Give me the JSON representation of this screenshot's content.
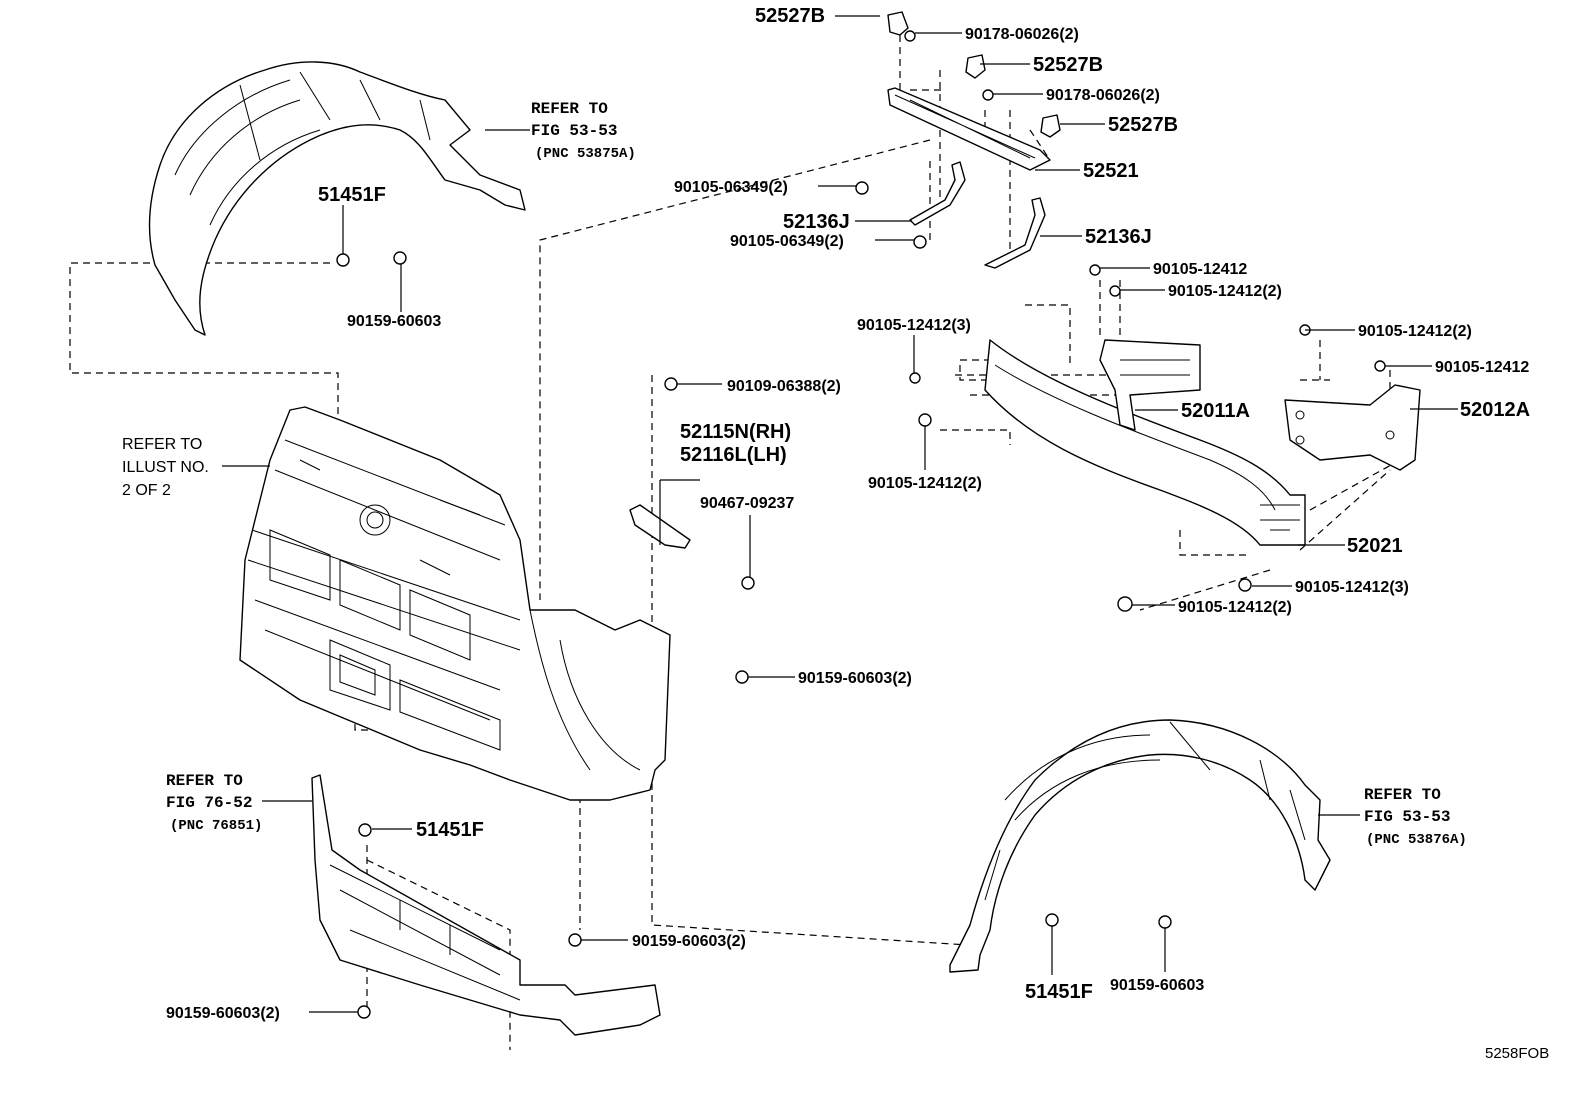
{
  "callouts": {
    "c_52527B_1": "52527B",
    "c_90178_1": "90178-06026(2)",
    "c_52527B_2": "52527B",
    "c_90178_2": "90178-06026(2)",
    "c_52527B_3": "52527B",
    "c_52521": "52521",
    "c_90105_06349_a": "90105-06349(2)",
    "c_52136J_a": "52136J",
    "c_90105_06349_b": "90105-06349(2)",
    "c_52136J_b": "52136J",
    "c_90105_12412_a": "90105-12412",
    "c_90105_12412_b": "90105-12412(2)",
    "c_90105_12412_c": "90105-12412(3)",
    "c_90105_12412_d": "90105-12412(2)",
    "c_90105_12412_e": "90105-12412",
    "c_52011A": "52011A",
    "c_52012A": "52012A",
    "c_90105_12412_f": "90105-12412(2)",
    "c_52021": "52021",
    "c_90105_12412_g": "90105-12412(3)",
    "c_90105_12412_h": "90105-12412(2)",
    "c_51451F_a": "51451F",
    "c_90159_60603_a": "90159-60603",
    "c_90109_06388": "90109-06388(2)",
    "c_52115N": "52115N(RH)",
    "c_52116L": "52116L(LH)",
    "c_90467_09237": "90467-09237",
    "c_90159_60603_b": "90159-60603(2)",
    "c_51451F_b": "51451F",
    "c_90159_60603_c": "90159-60603(2)",
    "c_90159_60603_d": "90159-60603(2)",
    "c_51451F_c": "51451F",
    "c_90159_60603_e": "90159-60603"
  },
  "references": {
    "ref_top_1": "REFER TO",
    "ref_top_2": "FIG 53-53",
    "ref_top_3": "(PNC 53875A)",
    "ref_illust_1": "REFER TO",
    "ref_illust_2": "ILLUST NO.",
    "ref_illust_3": "2 OF 2",
    "ref_lower_1": "REFER TO",
    "ref_lower_2": "FIG 76-52",
    "ref_lower_3": "(PNC 76851)",
    "ref_right_1": "REFER TO",
    "ref_right_2": "FIG 53-53",
    "ref_right_3": "(PNC 53876A)"
  },
  "figure_code": "5258FOB"
}
